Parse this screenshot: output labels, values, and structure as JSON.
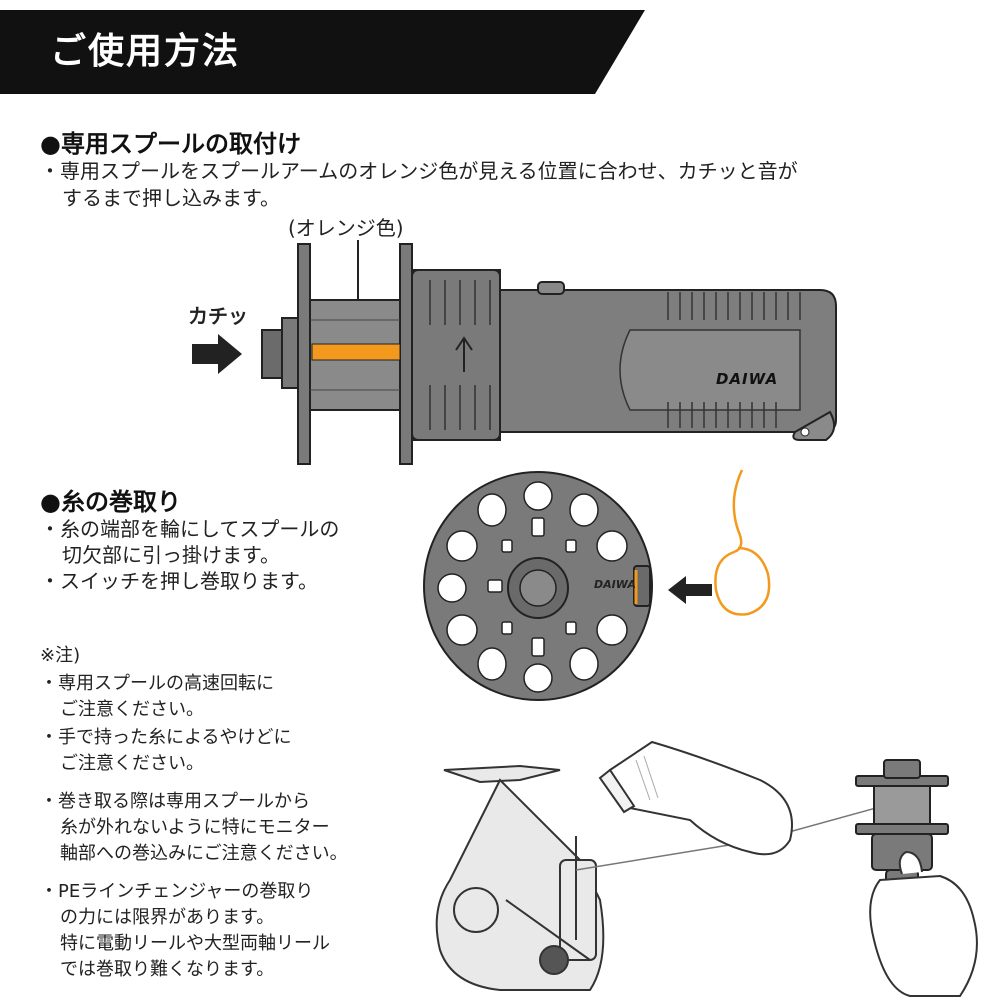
{
  "header": {
    "title": "ご使用方法"
  },
  "section1": {
    "title": "●専用スプールの取付け",
    "bullet_line1": "・専用スプールをスプールアームのオレンジ色が見える位置に合わせ、カチッと音が",
    "bullet_line2": "するまで押し込みます。",
    "orange_label": "(オレンジ色)",
    "click_label": "カチッ",
    "brand_logo": "DAIWA"
  },
  "section2": {
    "title": "●糸の巻取り",
    "bullet1_line1": "・糸の端部を輪にしてスプールの",
    "bullet1_line2": "切欠部に引っ掛けます。",
    "bullet2": "・スイッチを押し巻取ります。"
  },
  "notes": {
    "heading": "※注)",
    "items": [
      {
        "line1": "・専用スプールの高速回転に",
        "line2": "ご注意ください。"
      },
      {
        "line1": "・手で持った糸によるやけどに",
        "line2": "ご注意ください。"
      },
      {
        "line1": "・巻き取る際は専用スプールから",
        "line2": "糸が外れないように特にモニター",
        "line3": "軸部への巻込みにご注意ください。"
      },
      {
        "line1": "・PEラインチェンジャーの巻取り",
        "line2": "の力には限界があります。",
        "line3": "特に電動リールや大型両軸リール",
        "line4": "では巻取り難くなります。"
      }
    ]
  },
  "colors": {
    "header_bg": "#111111",
    "orange": "#f39a1e",
    "device_gray": "#7a7a7a",
    "device_dark": "#555555"
  },
  "icons": [
    "arrow-right-icon",
    "daiwa-logo",
    "spool-icon",
    "line-loop-icon",
    "reel-icon",
    "hand-icon"
  ]
}
